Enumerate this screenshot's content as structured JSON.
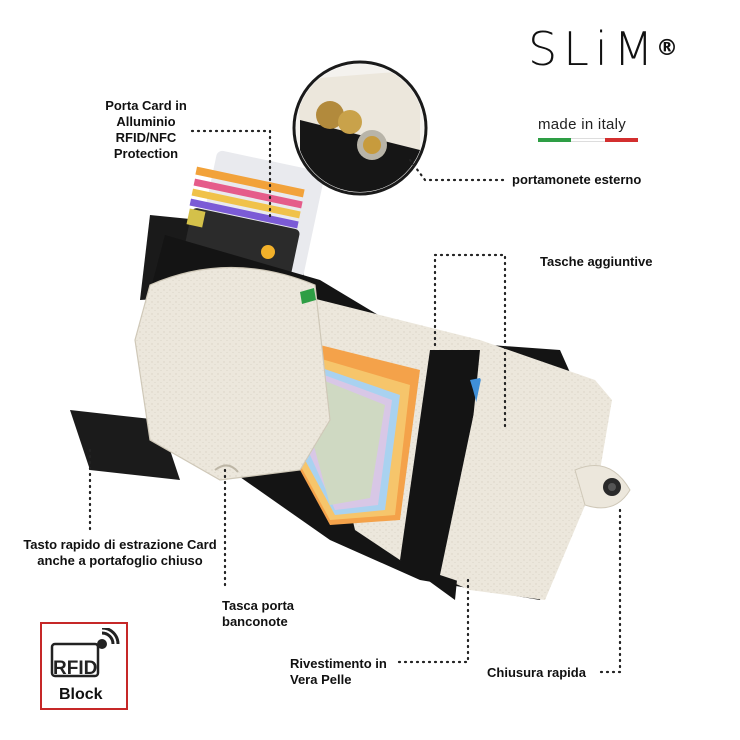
{
  "brand": {
    "logo_text": "SLiM",
    "registered_mark": "®",
    "tagline": "made in italy",
    "flag_colors": [
      "#2e9e45",
      "#ffffff",
      "#d32f2f"
    ]
  },
  "callouts": {
    "card_case": [
      "Porta Card in",
      "Alluminio",
      "RFID/NFC",
      "Protection"
    ],
    "coin_pocket": "portamonete esterno",
    "extra_pockets": "Tasche aggiuntive",
    "quick_eject": [
      "Tasto rapido di estrazione Card",
      "anche a portafoglio chiuso"
    ],
    "bill_pocket": [
      "Tasca porta",
      "banconote"
    ],
    "leather": [
      "Rivestimento in",
      "Vera Pelle"
    ],
    "closure": "Chiusura rapida"
  },
  "badge": {
    "icon": "rfid-signal-icon",
    "rfid_label": "RFID",
    "block_label": "Block",
    "border_color": "#c62828"
  },
  "colors": {
    "leather": "#ece7dc",
    "lining": "#151515",
    "dotted_line": "#222222"
  }
}
